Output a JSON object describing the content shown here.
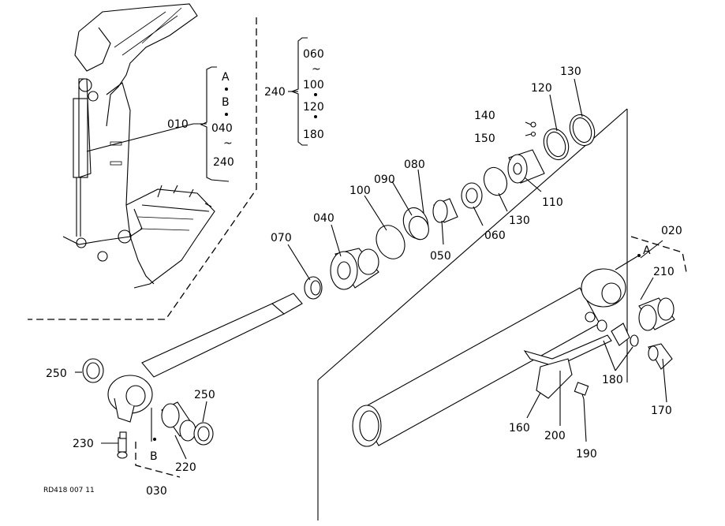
{
  "diagram": {
    "ref_code": "RD418 007 11",
    "labels": {
      "p010": "010",
      "p020": "020",
      "p030": "030",
      "p040": "040",
      "p050": "050",
      "p060": "060",
      "p070": "070",
      "p080": "080",
      "p090": "090",
      "p100": "100",
      "p110": "110",
      "p120": "120",
      "p130a": "130",
      "p130b": "130",
      "p140": "140",
      "p150": "150",
      "p160": "160",
      "p170": "170",
      "p180": "180",
      "p190": "190",
      "p200": "200",
      "p210": "210",
      "p220": "220",
      "p230": "230",
      "p240": "240",
      "p250a": "250",
      "p250b": "250",
      "markA1": "A",
      "markB1": "B",
      "markA2": "A",
      "markB2": "B",
      "g1_040": "040",
      "g1_tilde": "~",
      "g1_240": "240",
      "g2_060": "060",
      "g2_tilde": "~",
      "g2_100": "100",
      "g2_120": "120",
      "g2_180": "180"
    }
  }
}
